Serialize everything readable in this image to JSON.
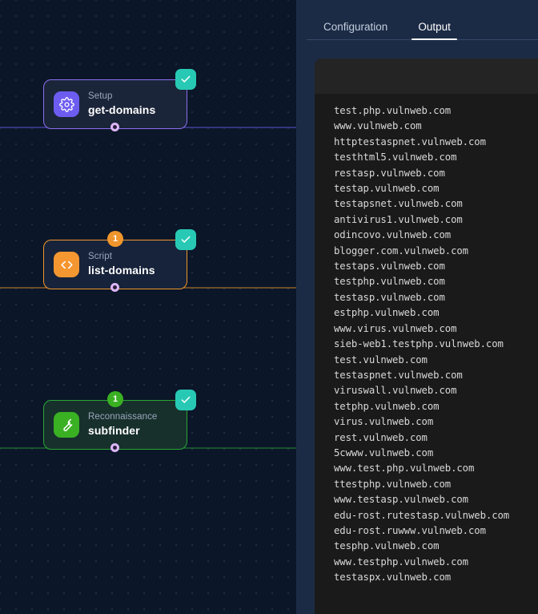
{
  "workflow": {
    "nodes": [
      {
        "kind": "Setup",
        "title": "get-domains",
        "icon": "gear-icon",
        "status": "success",
        "accent": "#8b6ff0"
      },
      {
        "kind": "Script",
        "title": "list-domains",
        "icon": "code-brackets-icon",
        "status": "success",
        "count": "1",
        "accent": "#f0962c"
      },
      {
        "kind": "Reconnaissance",
        "title": "subfinder",
        "icon": "wrench-icon",
        "status": "success",
        "count": "1",
        "accent": "#29a634"
      }
    ]
  },
  "panel": {
    "tabs": [
      {
        "label": "Configuration",
        "active": false
      },
      {
        "label": "Output",
        "active": true
      }
    ],
    "output_lines": [
      "test.php.vulnweb.com",
      "www.vulnweb.com",
      "httptestaspnet.vulnweb.com",
      "testhtml5.vulnweb.com",
      "restasp.vulnweb.com",
      "testap.vulnweb.com",
      "testapsnet.vulnweb.com",
      "antivirus1.vulnweb.com",
      "odincovo.vulnweb.com",
      "blogger.com.vulnweb.com",
      "testaps.vulnweb.com",
      "testphp.vulnweb.com",
      "testasp.vulnweb.com",
      "estphp.vulnweb.com",
      "www.virus.vulnweb.com",
      "sieb-web1.testphp.vulnweb.com",
      "test.vulnweb.com",
      "testaspnet.vulnweb.com",
      "viruswall.vulnweb.com",
      "tetphp.vulnweb.com",
      "virus.vulnweb.com",
      "rest.vulnweb.com",
      "5cwww.vulnweb.com",
      "www.test.php.vulnweb.com",
      "ttestphp.vulnweb.com",
      "www.testasp.vulnweb.com",
      "edu-rost.rutestasp.vulnweb.com",
      "edu-rost.ruwww.vulnweb.com",
      "tesphp.vulnweb.com",
      "www.testphp.vulnweb.com",
      "testaspx.vulnweb.com"
    ]
  },
  "colors": {
    "canvas_bg": "#0b1628",
    "panel_bg": "#1c2b45",
    "terminal_bg": "#1a1a1a",
    "status_badge": "#27c9b4",
    "purple": "#8b6ff0",
    "orange": "#f0962c",
    "green": "#29a634"
  }
}
